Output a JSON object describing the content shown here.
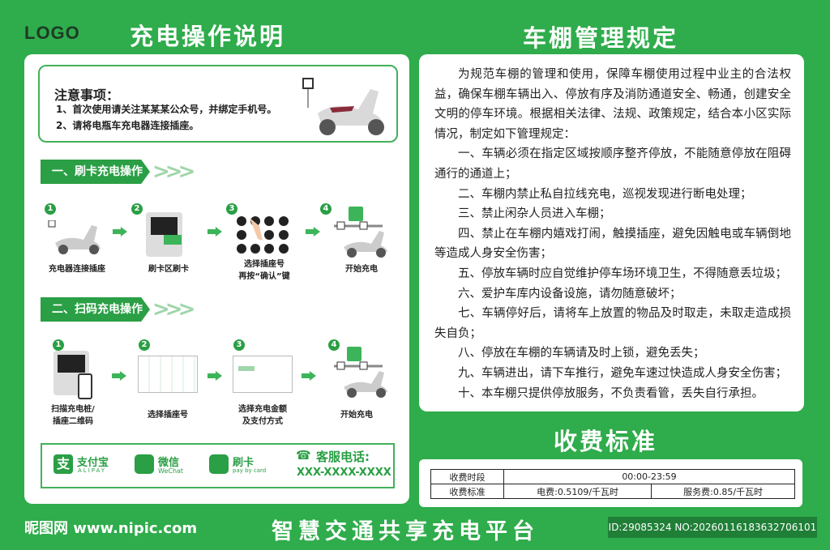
{
  "logo": "LOGO",
  "left_title": "充电操作说明",
  "right_title": "车棚管理规定",
  "fee_title": "收费标准",
  "notice": {
    "heading": "注意事项：",
    "items": [
      "1、首次使用请关注某某某公众号，并绑定手机号。",
      "2、请将电瓶车充电器连接插座。"
    ]
  },
  "card_section": {
    "label": "一、刷卡充电操作",
    "steps": [
      {
        "n": "1",
        "caption": "充电器连接插座"
      },
      {
        "n": "2",
        "caption": "刷卡区刷卡"
      },
      {
        "n": "3",
        "caption": "选择插座号\n再按“确认”键"
      },
      {
        "n": "4",
        "caption": "开始充电"
      }
    ]
  },
  "scan_section": {
    "label": "二、扫码充电操作",
    "steps": [
      {
        "n": "1",
        "caption": "扫描充电桩/\n插座二维码"
      },
      {
        "n": "2",
        "caption": "选择插座号"
      },
      {
        "n": "3",
        "caption": "选择充电金额\n及支付方式"
      },
      {
        "n": "4",
        "caption": "开始充电"
      }
    ]
  },
  "payment": {
    "alipay": "支付宝",
    "alipay_en": "ALIPAY",
    "wechat": "微信",
    "wechat_en": "WeChat",
    "card": "刷卡",
    "card_en": "pay by card",
    "service_label": "客服电话:",
    "service_phone": "XXX-XXXX-XXXX"
  },
  "rules": [
    "为规范车棚的管理和使用，保障车棚使用过程中业主的合法权益，确保车棚车辆出入、停放有序及消防通道安全、畅通，创建安全文明的停车环境。根据相关法律、法规、政策规定，结合本小区实际情况，制定如下管理规定：",
    "一、车辆必须在指定区域按顺序整齐停放，不能随意停放在阻碍通行的通道上；",
    "二、车棚内禁止私自拉线充电，巡视发现进行断电处理；",
    "三、禁止闲杂人员进入车棚；",
    "四、禁止在车棚内嬉戏打闹，触摸插座，避免因触电或车辆倒地等造成人身安全伤害；",
    "五、停放车辆时应自觉维护停车场环境卫生，不得随意丢垃圾；",
    "六、爱护车库内设备设施，请勿随意破坏；",
    "七、车辆停好后，请将车上放置的物品及时取走，未取走造成损失自负；",
    "八、停放在车棚的车辆请及时上锁，避免丢失；",
    "九、车辆进出，请下车推行，避免车速过快造成人身安全伤害；",
    "十、本车棚只提供停放服务，不负责看管，丢失自行承担。"
  ],
  "fees": {
    "period_label": "收费时段",
    "period": "00:00-23:59",
    "standard_label": "收费标准",
    "electricity": "电费:0.5109/千瓦时",
    "service": "服务费:0.85/千瓦时"
  },
  "slogan": "智慧交通共享充电平台",
  "watermark": "昵图网 www.nipic.com",
  "id_text": "ID:29085324 NO:20260116183632706101",
  "colors": {
    "background": "#2fac4b",
    "accent": "#2a9f45"
  }
}
